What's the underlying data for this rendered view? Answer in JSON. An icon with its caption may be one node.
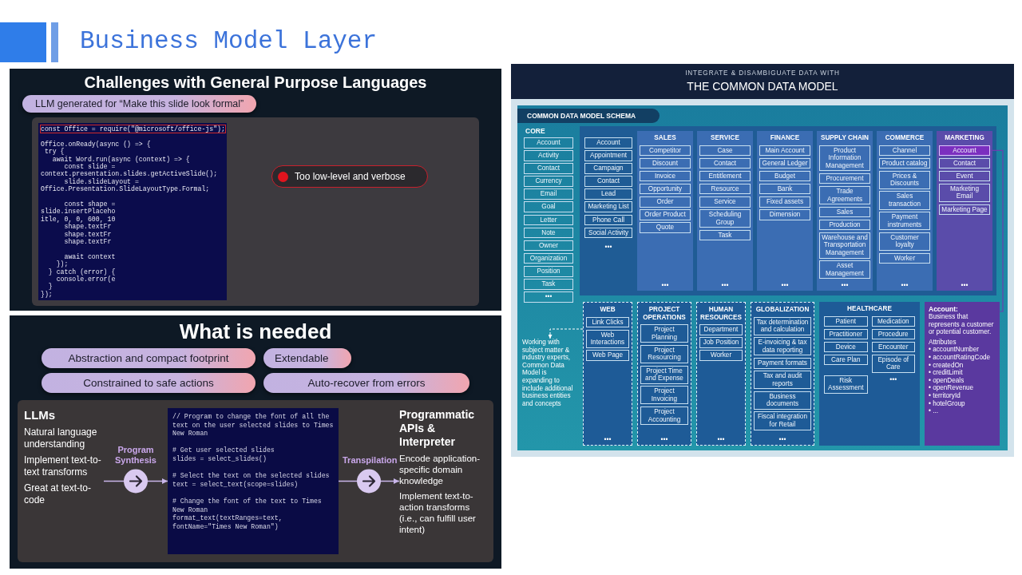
{
  "diagram": {
    "title": "Business Model Layer",
    "nodes": [
      {
        "text": [
          "Challenges with General Purpose Languages"
        ]
      },
      {
        "text": [
          "LLM generated for “Make this slide look formal”"
        ],
        "in": 0
      },
      {
        "text": [],
        "shape": "box",
        "in": 0
      },
      {
        "text": [
          "const Office = require(\"@microsoft/office-js\");",
          "Office.onReady(async () => {",
          " try {",
          "   await Word.run(async (context) => {",
          "      const slide =",
          "context.presentation.slides.getActiveSlide();",
          "      slide.slideLayout =",
          "Office.Presentation.SlideLayoutType.Formal;",
          "      const shape =",
          "slide.insertPlaceho",
          "itle, 0, 0, 600, 10",
          "      shape.textFr",
          "      shape.textFr",
          "      shape.textFr",
          "      await context",
          "    });",
          "  } catch (error) {",
          "    console.error(e",
          "  }",
          "});"
        ],
        "in": 2
      },
      {
        "text": [
          "Too low-level and verbose"
        ],
        "in": 2
      },
      {
        "text": [
          "What is needed"
        ]
      },
      {
        "text": [
          "Abstraction and compact footprint"
        ],
        "in": 5
      },
      {
        "text": [
          "Extendable"
        ],
        "in": 5
      },
      {
        "text": [
          "Constrained to safe actions"
        ],
        "in": 5
      },
      {
        "text": [
          "Auto-recover from errors"
        ],
        "in": 5
      },
      {
        "text": [],
        "shape": "box",
        "in": 5
      },
      {
        "text": [
          "LLMs",
          "Natural language understanding",
          "Implement text-to-text transforms",
          "Great at text-to-code"
        ],
        "in": 10
      },
      {
        "text": [
          "// Program to change the font of all the text on the user selected slides to Times New Roman",
          "# Get user selected slides",
          "slides = select_slides()",
          "# Select the text on the selected slides",
          "text = select_text(scope=slides)",
          "# Change the font of the text to Times New Roman",
          "format_text(textRanges=text, fontName=\"Times New Roman\")"
        ],
        "in": 10
      },
      {
        "text": [
          "Programmatic APIs & Interpreter",
          "Encode application-specific domain knowledge",
          "Implement text-to-action transforms",
          "(i.e., can fulfill user intent)"
        ],
        "in": 10
      },
      {
        "text": [
          "INTEGRATE & DISAMBIGUATE DATA WITH",
          "THE COMMON DATA MODEL"
        ]
      },
      {
        "text": [
          "COMMON DATA MODEL SCHEMA"
        ],
        "in": 14
      },
      {
        "text": [
          "Account"
        ],
        "in": 15
      },
      {
        "text": [
          "Activity"
        ],
        "in": 15
      },
      {
        "text": [
          "Contact"
        ],
        "in": 15
      },
      {
        "text": [
          "Currency"
        ],
        "in": 15
      },
      {
        "text": [
          "Email"
        ],
        "in": 15
      },
      {
        "text": [
          "Goal"
        ],
        "in": 15
      },
      {
        "text": [
          "Letter"
        ],
        "in": 15
      },
      {
        "text": [
          "Note"
        ],
        "in": 15
      },
      {
        "text": [
          "Owner"
        ],
        "in": 15
      },
      {
        "text": [
          "Organization"
        ],
        "in": 15
      },
      {
        "text": [
          "Position"
        ],
        "in": 15
      },
      {
        "text": [
          "Task"
        ],
        "in": 15
      },
      {
        "text": [
          "•••"
        ],
        "in": 15
      },
      {
        "text": [
          "•••"
        ],
        "in": 15
      },
      {
        "text": [
          "Account"
        ],
        "in": 29
      },
      {
        "text": [
          "Appointment"
        ],
        "in": 29
      },
      {
        "text": [
          "Campaign"
        ],
        "in": 29
      },
      {
        "text": [
          "Contact"
        ],
        "in": 29
      },
      {
        "text": [
          "Lead"
        ],
        "in": 29
      },
      {
        "text": [
          "Marketing List"
        ],
        "in": 29
      },
      {
        "text": [
          "Phone Call"
        ],
        "in": 29
      },
      {
        "text": [
          "Social Activity"
        ],
        "in": 29
      },
      {
        "text": [
          "SALES",
          "•••"
        ],
        "in": 29
      },
      {
        "text": [
          "Competitor"
        ],
        "in": 38
      },
      {
        "text": [
          "Discount"
        ],
        "in": 38
      },
      {
        "text": [
          "Invoice"
        ],
        "in": 38
      },
      {
        "text": [
          "Opportunity"
        ],
        "in": 38
      },
      {
        "text": [
          "Order"
        ],
        "in": 38
      },
      {
        "text": [
          "Order Product"
        ],
        "in": 38
      },
      {
        "text": [
          "Quote"
        ],
        "in": 38
      },
      {
        "text": [
          "SERVICE",
          "•••"
        ],
        "in": 29
      },
      {
        "text": [
          "Case"
        ],
        "in": 46
      },
      {
        "text": [
          "Contact"
        ],
        "in": 46
      },
      {
        "text": [
          "Entitlement"
        ],
        "in": 46
      },
      {
        "text": [
          "Resource"
        ],
        "in": 46
      },
      {
        "text": [
          "Service"
        ],
        "in": 46
      },
      {
        "text": [
          "Scheduling Group"
        ],
        "in": 46
      },
      {
        "text": [
          "Task"
        ],
        "in": 46
      },
      {
        "text": [
          "FINANCE",
          "•••"
        ],
        "in": 29
      },
      {
        "text": [
          "Main Account"
        ],
        "in": 54
      },
      {
        "text": [
          "General Ledger"
        ],
        "in": 54
      },
      {
        "text": [
          "Budget"
        ],
        "in": 54
      },
      {
        "text": [
          "Bank"
        ],
        "in": 54
      },
      {
        "text": [
          "Fixed assets"
        ],
        "in": 54
      },
      {
        "text": [
          "Dimension"
        ],
        "in": 54
      },
      {
        "text": [
          "SUPPLY CHAIN",
          "•••"
        ],
        "in": 29
      },
      {
        "text": [
          "Product Information Management"
        ],
        "in": 61
      },
      {
        "text": [
          "Procurement"
        ],
        "in": 61
      },
      {
        "text": [
          "Trade Agreements"
        ],
        "in": 61
      },
      {
        "text": [
          "Sales"
        ],
        "in": 61
      },
      {
        "text": [
          "Production"
        ],
        "in": 61
      },
      {
        "text": [
          "Warehouse and Transportation Management"
        ],
        "in": 61
      },
      {
        "text": [
          "Asset Management"
        ],
        "in": 61
      },
      {
        "text": [
          "COMMERCE",
          "•••"
        ],
        "in": 29
      },
      {
        "text": [
          "Channel"
        ],
        "in": 69
      },
      {
        "text": [
          "Product catalog"
        ],
        "in": 69
      },
      {
        "text": [
          "Prices & Discounts"
        ],
        "in": 69
      },
      {
        "text": [
          "Sales transaction"
        ],
        "in": 69
      },
      {
        "text": [
          "Payment instruments"
        ],
        "in": 69
      },
      {
        "text": [
          "Customer loyalty"
        ],
        "in": 69
      },
      {
        "text": [
          "Worker"
        ],
        "in": 69
      },
      {
        "text": [
          "MARKETING",
          "•••"
        ],
        "in": 29
      },
      {
        "text": [
          "Account"
        ],
        "in": 77
      },
      {
        "text": [
          "Contact"
        ],
        "in": 77
      },
      {
        "text": [
          "Event"
        ],
        "in": 77
      },
      {
        "text": [
          "Marketing Email"
        ],
        "in": 77
      },
      {
        "text": [
          "Marketing Page"
        ],
        "in": 77
      },
      {
        "text": [
          "Working with subject matter & industry experts, Common Data Model is expanding to include additional business entities and concepts"
        ],
        "in": 15
      },
      {
        "text": [
          "WEB",
          "•••"
        ],
        "in": 15
      },
      {
        "text": [
          "Link Clicks"
        ],
        "in": 84
      },
      {
        "text": [
          "Web Interactions"
        ],
        "in": 84
      },
      {
        "text": [
          "Web Page"
        ],
        "in": 84
      },
      {
        "text": [
          "PROJECT OPERATIONS",
          "•••"
        ],
        "in": 15
      },
      {
        "text": [
          "Project Planning"
        ],
        "in": 88
      },
      {
        "text": [
          "Project Resourcing"
        ],
        "in": 88
      },
      {
        "text": [
          "Project Time and Expense"
        ],
        "in": 88
      },
      {
        "text": [
          "Project Invoicing"
        ],
        "in": 88
      },
      {
        "text": [
          "Project Accounting"
        ],
        "in": 88
      },
      {
        "text": [
          "HUMAN RESOURCES",
          "•••"
        ],
        "in": 15
      },
      {
        "text": [
          "Department"
        ],
        "in": 94
      },
      {
        "text": [
          "Job Position"
        ],
        "in": 94
      },
      {
        "text": [
          "Worker"
        ],
        "in": 94
      },
      {
        "text": [
          "GLOBALIZATION",
          "•••"
        ],
        "in": 15
      },
      {
        "text": [
          "Tax determination and calculation"
        ],
        "in": 98
      },
      {
        "text": [
          "E-invoicing & tax data reporting"
        ],
        "in": 98
      },
      {
        "text": [
          "Payment formats"
        ],
        "in": 98
      },
      {
        "text": [
          "Tax and audit reports"
        ],
        "in": 98
      },
      {
        "text": [
          "Business documents"
        ],
        "in": 98
      },
      {
        "text": [
          "Fiscal integration for Retail"
        ],
        "in": 98
      },
      {
        "text": [
          "HEALTHCARE",
          "•••"
        ],
        "in": 15
      },
      {
        "text": [
          "Patient"
        ],
        "in": 105
      },
      {
        "text": [
          "Medication"
        ],
        "in": 105
      },
      {
        "text": [
          "Practitioner"
        ],
        "in": 105
      },
      {
        "text": [
          "Procedure"
        ],
        "in": 105
      },
      {
        "text": [
          "Device"
        ],
        "in": 105
      },
      {
        "text": [
          "Encounter"
        ],
        "in": 105
      },
      {
        "text": [
          "Care Plan"
        ],
        "in": 105
      },
      {
        "text": [
          "Episode of Care"
        ],
        "in": 105
      },
      {
        "text": [
          "Risk Assessment"
        ],
        "in": 105
      },
      {
        "text": [
          "Account:",
          "Business that represents a customer or potential customer.",
          "Attributes",
          "• accountNumber",
          "• accountRatingCode",
          "• createdOn",
          "• creditLimit",
          "• openDeals",
          "• openRevenue",
          "• territoryId",
          "• hotelGroup",
          "• ..."
        ],
        "in": 15
      }
    ],
    "edges": [
      {
        "from": 11,
        "to": 12,
        "arrow": "to",
        "label": "Program Synthesis"
      },
      {
        "from": 12,
        "to": 13,
        "arrow": "to",
        "label": "Transpilation"
      },
      {
        "from": 84,
        "to": 83,
        "arrow": "to",
        "style": "dashed",
        "color": "#ffffff"
      },
      {
        "from": 78,
        "to": 115,
        "arrow": "none",
        "color": "#6b3fb0"
      }
    ],
    "labels": [
      "CORE"
    ]
  }
}
